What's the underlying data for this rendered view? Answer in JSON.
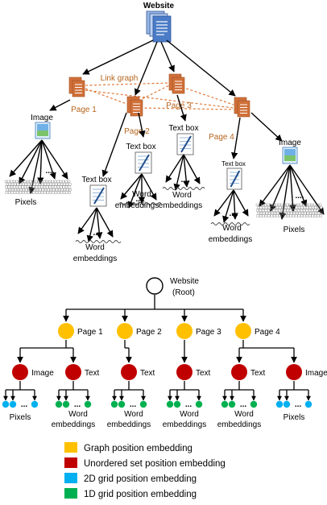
{
  "top_diagram": {
    "website_label": "Website",
    "link_graph_label": "Link graph",
    "pages": [
      "Page 1",
      "Page 2",
      "Page 3",
      "Page 4"
    ],
    "image_label": "Image",
    "text_box_label": "Text box",
    "text_box_label_small": "Text box",
    "pixels_label": "Pixels",
    "word_label": "Word",
    "embeddings_label": "embeddings",
    "dots": "...."
  },
  "tree": {
    "root_line1": "Website",
    "root_line2": "(Root)",
    "pages": [
      "Page 1",
      "Page 2",
      "Page 3",
      "Page 4"
    ],
    "children": [
      "Image",
      "Text",
      "Text",
      "Text",
      "Text",
      "Image"
    ],
    "leaf_labels": [
      "Pixels",
      "Word embeddings",
      "Word embeddings",
      "Word embeddings",
      "Word embeddings",
      "Pixels"
    ],
    "dots": "..."
  },
  "legend": [
    {
      "label": "Graph position embedding",
      "color": "#ffc000"
    },
    {
      "label": "Unordered set position embedding",
      "color": "#c00000"
    },
    {
      "label": "2D grid position embedding",
      "color": "#00b0f0"
    },
    {
      "label": "1D grid position embedding",
      "color": "#00b050"
    }
  ],
  "colors": {
    "page_icon": "#d0703a",
    "website_icon": "#4a7cc7",
    "graph_node": "#ffc000",
    "set_node": "#c00000",
    "grid2d_node": "#00b0f0",
    "grid1d_node": "#00b050",
    "link_edge": "#e07b39"
  }
}
